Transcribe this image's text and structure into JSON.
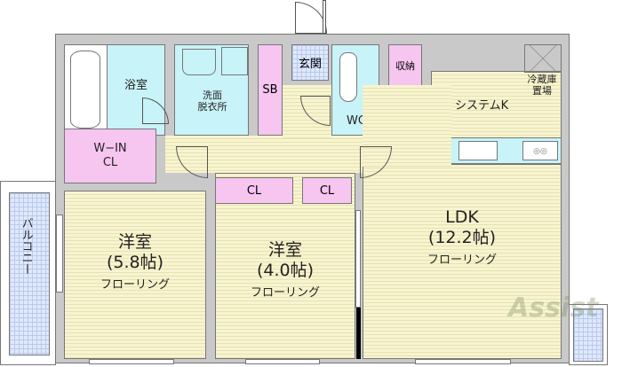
{
  "rooms": {
    "bath": "浴室",
    "washroom_line1": "洗面",
    "washroom_line2": "脱衣所",
    "shoebox": "SB",
    "entrance": "玄関",
    "wc": "WC",
    "storage": "収納",
    "fridge_line1": "冷蔵庫",
    "fridge_line2": "置場",
    "kitchen": "システムK",
    "walkin_line1": "W−IN",
    "walkin_line2": "CL",
    "balcony": "バルコニー",
    "room1": {
      "name": "洋室",
      "size": "(5.8帖)",
      "floor": "フローリング"
    },
    "room2": {
      "name": "洋室",
      "size": "(4.0帖)",
      "floor": "フローリング",
      "closet1": "CL",
      "closet2": "CL"
    },
    "ldk": {
      "name": "LDK",
      "size": "(12.2帖)",
      "floor": "フローリング"
    }
  },
  "watermark": "Assist",
  "colors": {
    "wall": "#c9c9c9",
    "floor": "#f7f4cf",
    "storage": "#f6c5f0",
    "wet": "#c8f3f8",
    "tile": "#dfe9fb"
  }
}
